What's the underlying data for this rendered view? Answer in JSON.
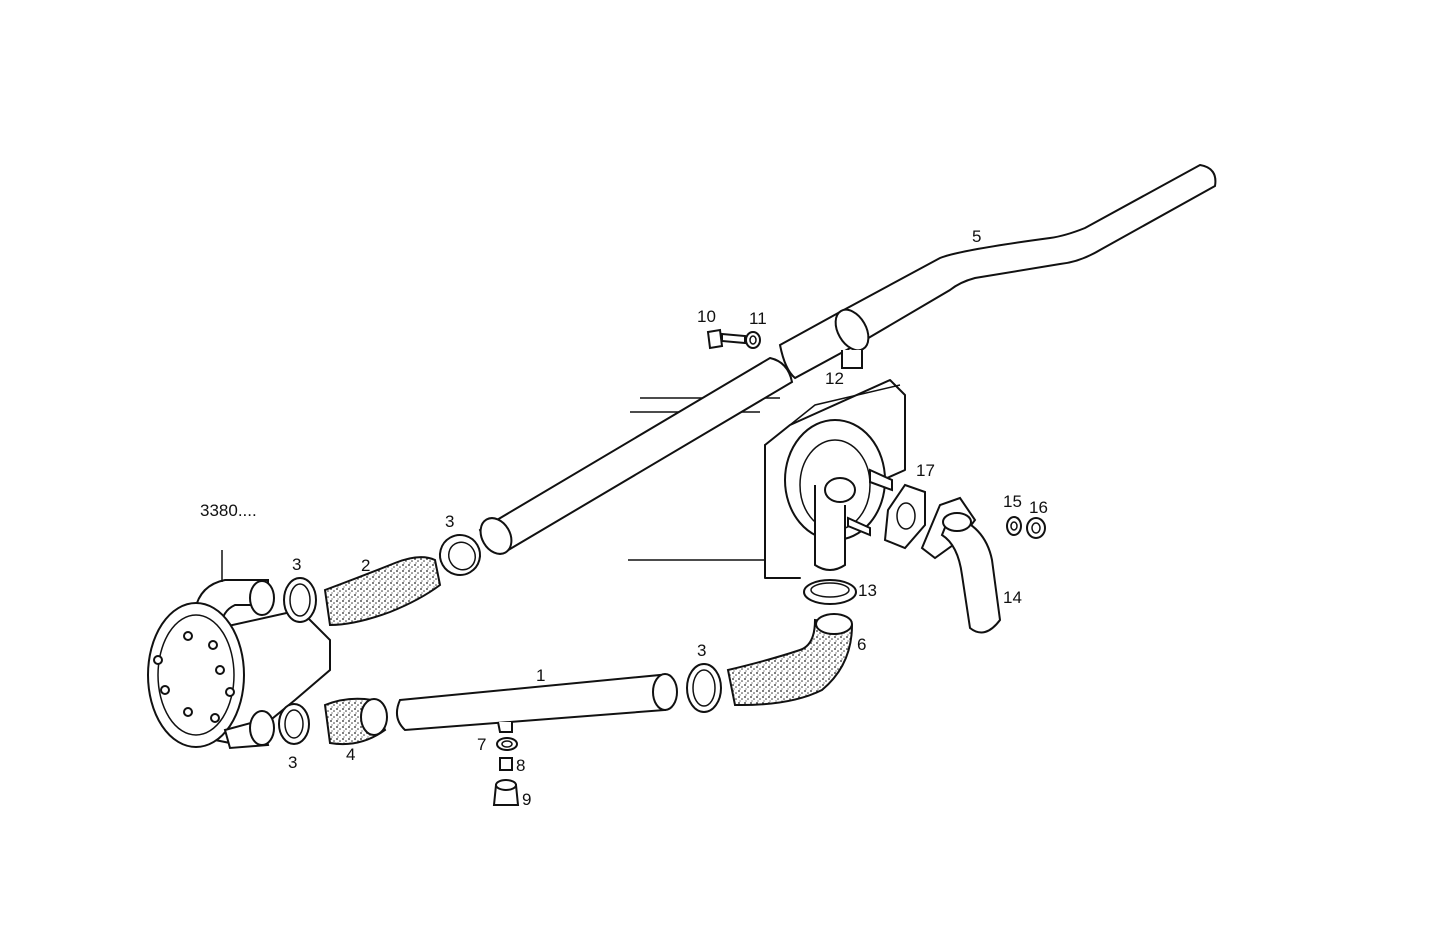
{
  "diagram": {
    "assembly_ref": "3380....",
    "callouts": [
      "1",
      "2",
      "3",
      "3",
      "3",
      "3",
      "4",
      "5",
      "6",
      "7",
      "8",
      "9",
      "10",
      "11",
      "12",
      "13",
      "14",
      "15",
      "16",
      "17"
    ]
  }
}
